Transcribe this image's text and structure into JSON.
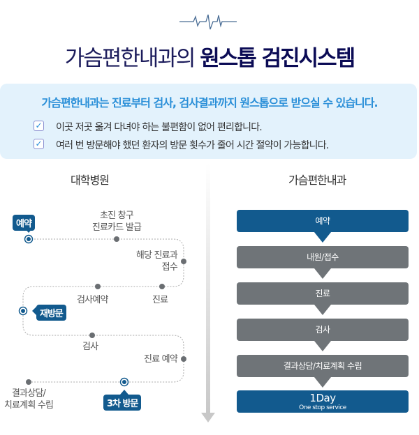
{
  "header": {
    "title_light": "가슴편한내과의",
    "title_bold": "원스톱 검진시스템"
  },
  "info": {
    "lead": "가슴편한내과는 진료부터 검사, 검사결과까지 원스톱으로 받으실 수  있습니다.",
    "items": [
      "이곳 저곳 옮겨 다녀야 하는 불편함이 없어 편리합니다.",
      "여러 번 방문해야 했던 환자의 방문 횟수가 줄어 시간 절약이 가능합니다."
    ]
  },
  "left": {
    "heading": "대학병원",
    "tags": [
      "예약",
      "재방문",
      "3차 방문"
    ],
    "steps": [
      "초진 창구",
      "진료카드 발급",
      "해당 진료과",
      "접수",
      "검사예약",
      "진료",
      "검사",
      "진료 예약",
      "결과상담/",
      "치료계획 수립"
    ]
  },
  "right": {
    "heading": "가슴편한내과",
    "steps": [
      "예약",
      "내원/접수",
      "진료",
      "검사",
      "결과상담/치료계획 수립"
    ],
    "final_title": "1Day",
    "final_sub": "One stop service"
  },
  "colors": {
    "navy": "#125a8e",
    "gray": "#6f7478",
    "lead": "#2a8fd8"
  }
}
